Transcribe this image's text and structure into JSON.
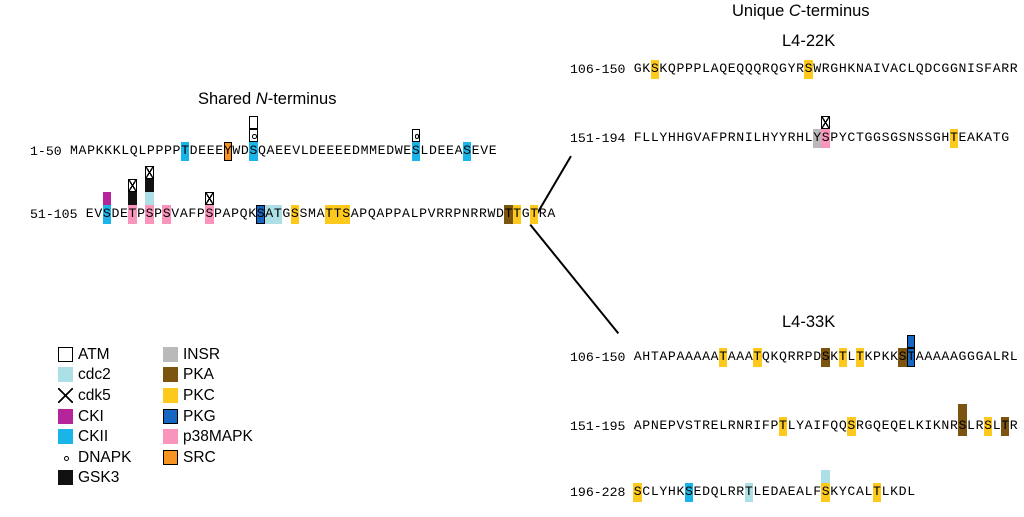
{
  "titles": {
    "unique_c_terminus": "Unique C-terminus",
    "l4_22k": "L4-22K",
    "shared_n_terminus": "Shared N-terminus",
    "l4_33k": "L4-33K"
  },
  "legend": {
    "left_column": [
      {
        "label": "ATM",
        "color": "#ffffff",
        "style": "outline"
      },
      {
        "label": "cdc2",
        "color": "#addfe6",
        "style": "plain"
      },
      {
        "label": "cdk5",
        "color": "#ffffff",
        "style": "cross"
      },
      {
        "label": "CKI",
        "color": "#b5249b",
        "style": "plain"
      },
      {
        "label": "CKII",
        "color": "#19b4e8",
        "style": "plain"
      },
      {
        "label": "DNAPK",
        "color": "#ffffff",
        "style": "dot"
      },
      {
        "label": "GSK3",
        "color": "#111111",
        "style": "plain"
      }
    ],
    "right_column": [
      {
        "label": "INSR",
        "color": "#b9b9b9",
        "style": "plain"
      },
      {
        "label": "PKA",
        "color": "#7b5510",
        "style": "plain"
      },
      {
        "label": "PKC",
        "color": "#fdc91d",
        "style": "plain"
      },
      {
        "label": "PKG",
        "color": "#1667c4",
        "style": "bordered"
      },
      {
        "label": "p38MAPK",
        "color": "#f994bc",
        "style": "plain"
      },
      {
        "label": "SRC",
        "color": "#f79421",
        "style": "bordered"
      }
    ]
  },
  "panels": {
    "shared_n_terminus": {
      "rows": [
        {
          "range": "1-50",
          "sequence": "MAPKKKLQLPPPPTDEEEYWDSQAEEVLDEEEEDMMEDWESLDEEASEVE",
          "marks": [
            {
              "index": 13,
              "residue": "T",
              "fill": "CKII",
              "tower": []
            },
            {
              "index": 18,
              "residue": "Y",
              "fill": "SRC",
              "tower": []
            },
            {
              "index": 21,
              "residue": "S",
              "fill": "CKII",
              "tower": [
                "DNAPK",
                "ATM"
              ]
            },
            {
              "index": 40,
              "residue": "S",
              "fill": "CKII",
              "tower": [
                "DNAPK"
              ]
            },
            {
              "index": 46,
              "residue": "S",
              "fill": "CKII",
              "tower": []
            }
          ]
        },
        {
          "range": "51-105",
          "sequence": "EVSDETPSPSVAFPSPAPQKSATGSSMATTSAPQAPPALPVRRPNRRWDTTGTRA",
          "marks": [
            {
              "index": 2,
              "residue": "S",
              "fill": "CKII",
              "tower": [
                "CKI"
              ]
            },
            {
              "index": 5,
              "residue": "T",
              "fill": "p38MAPK",
              "tower": [
                "GSK3",
                "cdk5"
              ]
            },
            {
              "index": 7,
              "residue": "S",
              "fill": "p38MAPK",
              "tower": [
                "cdc2",
                "GSK3",
                "cdk5"
              ]
            },
            {
              "index": 9,
              "residue": "S",
              "fill": "p38MAPK",
              "tower": []
            },
            {
              "index": 14,
              "residue": "S",
              "fill": "p38MAPK",
              "tower": [
                "cdk5"
              ]
            },
            {
              "index": 20,
              "residue": "S",
              "fill": "PKG",
              "tower": []
            },
            {
              "index": 21,
              "residue": "A",
              "fill": "cdc2",
              "tower": []
            },
            {
              "index": 22,
              "residue": "T",
              "fill": "cdc2",
              "tower": []
            },
            {
              "index": 24,
              "residue": "S",
              "fill": "PKC",
              "tower": []
            },
            {
              "index": 28,
              "residue": "T",
              "fill": "PKC",
              "tower": []
            },
            {
              "index": 29,
              "residue": "T",
              "fill": "PKC",
              "tower": []
            },
            {
              "index": 30,
              "residue": "S",
              "fill": "PKC",
              "tower": []
            },
            {
              "index": 49,
              "residue": "T",
              "fill": "PKA",
              "tower": []
            },
            {
              "index": 50,
              "residue": "T",
              "fill": "PKC",
              "tower": []
            },
            {
              "index": 52,
              "residue": "T",
              "fill": "PKC",
              "tower": []
            }
          ]
        }
      ]
    },
    "l4_22k": {
      "rows": [
        {
          "range": "106-150",
          "sequence": "GKSKQPPPLAQEQQQRQGYRSWRGHKNAIVACLQDCGGNISFARR",
          "marks": [
            {
              "index": 2,
              "residue": "S",
              "fill": "PKC",
              "tower": []
            },
            {
              "index": 20,
              "residue": "S",
              "fill": "PKC",
              "tower": []
            }
          ]
        },
        {
          "range": "151-194",
          "sequence": "FLLYHHGVAFPRNILHYYRHLYSPYCTGGSGSNSSGHTEAKATG",
          "marks": [
            {
              "index": 21,
              "residue": "Y",
              "fill": "INSR",
              "tower": []
            },
            {
              "index": 22,
              "residue": "S",
              "fill": "p38MAPK",
              "tower": [
                "cdk5"
              ]
            },
            {
              "index": 37,
              "residue": "T",
              "fill": "PKC",
              "tower": []
            }
          ]
        }
      ]
    },
    "l4_33k": {
      "rows": [
        {
          "range": "106-150",
          "sequence": "AHTAPAAAAATAAATQKQRRPDSKTLTKPKKSTAAAAAGGGALRL",
          "marks": [
            {
              "index": 10,
              "residue": "T",
              "fill": "PKC",
              "tower": []
            },
            {
              "index": 14,
              "residue": "T",
              "fill": "PKC",
              "tower": []
            },
            {
              "index": 22,
              "residue": "S",
              "fill": "PKA",
              "tower": []
            },
            {
              "index": 24,
              "residue": "T",
              "fill": "PKC",
              "tower": []
            },
            {
              "index": 26,
              "residue": "T",
              "fill": "PKC",
              "tower": []
            },
            {
              "index": 31,
              "residue": "S",
              "fill": "PKA",
              "tower": []
            },
            {
              "index": 32,
              "residue": "T",
              "fill": "PKG",
              "tower": [
                "PKG"
              ]
            }
          ]
        },
        {
          "range": "151-195",
          "sequence": "APNEPVSTRELRNRIFPTLYAIFQQSRGQEQELKIKNRSLRSLTR",
          "marks": [
            {
              "index": 17,
              "residue": "T",
              "fill": "PKC",
              "tower": []
            },
            {
              "index": 25,
              "residue": "S",
              "fill": "PKC",
              "tower": []
            },
            {
              "index": 38,
              "residue": "S",
              "fill": "PKA",
              "tower": [
                "PKA"
              ]
            },
            {
              "index": 41,
              "residue": "S",
              "fill": "PKC",
              "tower": []
            },
            {
              "index": 43,
              "residue": "T",
              "fill": "PKA",
              "tower": []
            }
          ]
        },
        {
          "range": "196-228",
          "sequence": "SCLYHKSEDQLRRTLEDAEALFSKYCALTLKDL",
          "marks": [
            {
              "index": 0,
              "residue": "S",
              "fill": "PKC",
              "tower": []
            },
            {
              "index": 6,
              "residue": "S",
              "fill": "CKII",
              "tower": []
            },
            {
              "index": 13,
              "residue": "T",
              "fill": "cdc2",
              "tower": []
            },
            {
              "index": 22,
              "residue": "S",
              "fill": "PKC",
              "tower": [
                "cdc2"
              ]
            },
            {
              "index": 28,
              "residue": "T",
              "fill": "PKC",
              "tower": []
            }
          ]
        }
      ]
    }
  },
  "colors": {
    "ATM": "#ffffff",
    "cdc2": "#addfe6",
    "cdk5": "#ffffff",
    "CKI": "#b5249b",
    "CKII": "#19b4e8",
    "DNAPK": "#ffffff",
    "GSK3": "#111111",
    "INSR": "#b9b9b9",
    "PKA": "#7b5510",
    "PKC": "#fdc91d",
    "PKG": "#1667c4",
    "p38MAPK": "#f994bc",
    "SRC": "#f79421"
  }
}
